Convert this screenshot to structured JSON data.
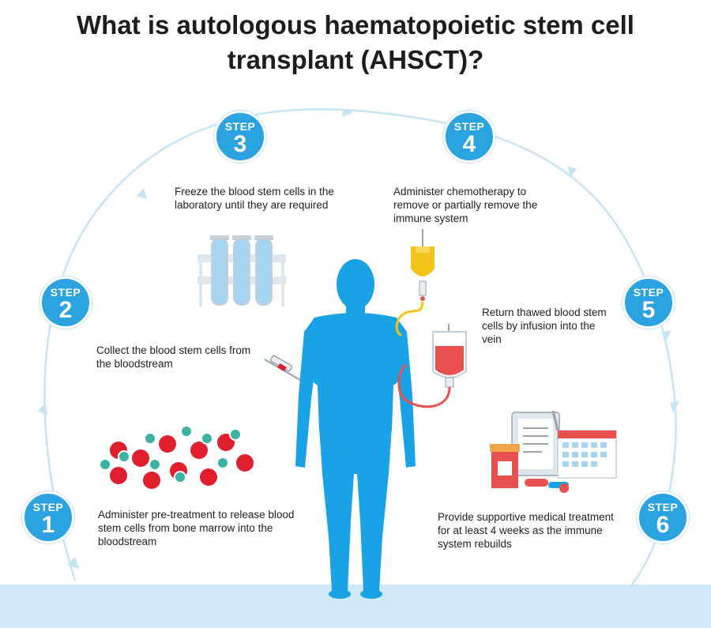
{
  "title": {
    "line1": "What is autologous haematopoietic stem cell",
    "line2": "transplant (AHSCT)?"
  },
  "colors": {
    "primary_blue": "#2aa3e0",
    "body_blue": "#1aa2e6",
    "floor": "#cfe9f8",
    "cycle_line": "#c7e4f6",
    "red_cell": "#e01e2d",
    "stem_cell": "#3bb3a2",
    "bag_red": "#e8504d",
    "bag_yellow": "#f2c418"
  },
  "steps": [
    {
      "label": "STEP",
      "number": "1",
      "text": "Administer pre-treatment to release blood stem cells from bone marrow into the bloodstream"
    },
    {
      "label": "STEP",
      "number": "2",
      "text": "Collect the blood stem cells from the bloodstream"
    },
    {
      "label": "STEP",
      "number": "3",
      "text": "Freeze the blood stem cells in the laboratory until they are required"
    },
    {
      "label": "STEP",
      "number": "4",
      "text": "Administer chemotherapy to remove or partially remove the immune system"
    },
    {
      "label": "STEP",
      "number": "5",
      "text": "Return thawed blood stem cells by infusion into the vein"
    },
    {
      "label": "STEP",
      "number": "6",
      "text": "Provide supportive medical treatment for at least 4 weeks as the immune system rebuilds"
    }
  ],
  "icons": [
    "blood-cells-icon",
    "syringe-icon",
    "test-tubes-icon",
    "chemotherapy-bag-icon",
    "blood-bag-icon",
    "medical-supplies-icon",
    "human-body-icon"
  ]
}
